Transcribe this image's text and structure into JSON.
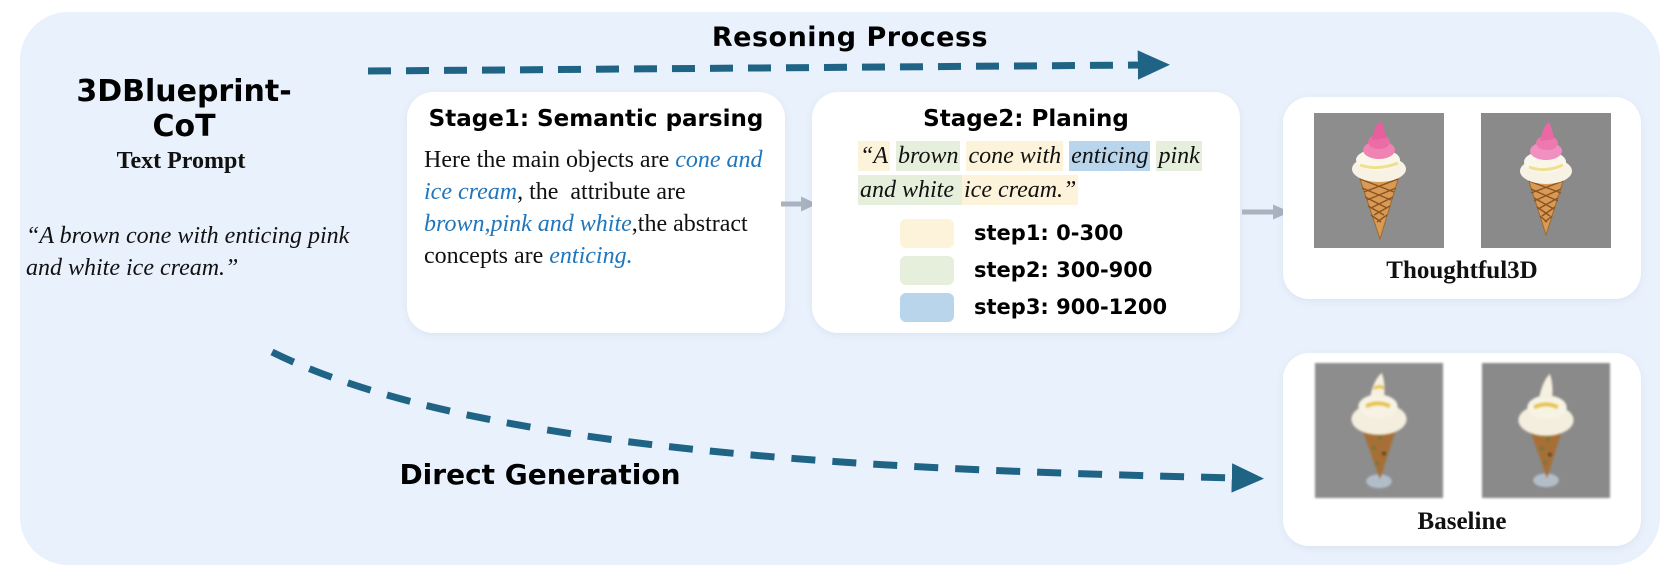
{
  "figure": {
    "reasoning_process_label": "Resoning Process",
    "direct_generation_label": "Direct Generation",
    "method_title": "3DBlueprint-CoT",
    "prompt_label": "Text Prompt",
    "prompt_quote": "“A brown cone with enticing pink and white ice cream.”"
  },
  "stage1": {
    "title": "Stage1: Semantic parsing",
    "body_segments": [
      {
        "text": "Here the main objects are ",
        "style": "plain"
      },
      {
        "text": "cone and ice cream",
        "style": "blue"
      },
      {
        "text": ", the  attribute are ",
        "style": "plain"
      },
      {
        "text": "brown,pink and white",
        "style": "blue"
      },
      {
        "text": ",the abstract concepts are ",
        "style": "plain"
      },
      {
        "text": "enticing.",
        "style": "blue"
      }
    ]
  },
  "stage2": {
    "title": "Stage2: Planing",
    "quote_segments": [
      {
        "text": "“A",
        "highlight": "yellow"
      },
      {
        "text": " ",
        "highlight": "none"
      },
      {
        "text": "brown",
        "highlight": "green"
      },
      {
        "text": " ",
        "highlight": "none"
      },
      {
        "text": "cone with",
        "highlight": "yellow"
      },
      {
        "text": " ",
        "highlight": "none"
      },
      {
        "text": "enticing",
        "highlight": "blue"
      },
      {
        "text": " ",
        "highlight": "none"
      },
      {
        "text": "pink",
        "highlight": "green"
      },
      {
        "text": " ",
        "highlight": "none"
      },
      {
        "text": "and white ",
        "highlight": "green"
      },
      {
        "text": "ice cream.”",
        "highlight": "yellow"
      }
    ],
    "legend": [
      {
        "label": "step1: 0-300",
        "color": "#fdf3da"
      },
      {
        "label": "step2: 300-900",
        "color": "#e5efdb"
      },
      {
        "label": "step3: 900-1200",
        "color": "#b9d5ec"
      }
    ]
  },
  "results": {
    "thoughtful_label": "Thoughtful3D",
    "baseline_label": "Baseline"
  },
  "colors": {
    "canvas_bg": "#e9f1fc",
    "card_bg": "#ffffff",
    "dashed_arrow_teal": "#1f6485",
    "flow_arrow_gray": "#a9b2bf",
    "accent_blue_text": "#2176bb",
    "highlight_yellow": "#fdf3da",
    "highlight_green": "#e5efdb",
    "highlight_blue": "#b9d5ec",
    "render_bg_gray": "#8d8d8d"
  }
}
